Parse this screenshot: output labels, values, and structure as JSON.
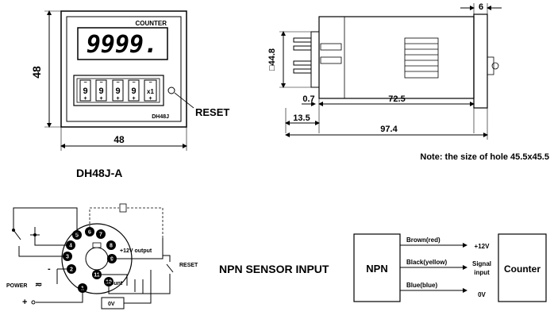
{
  "front_view": {
    "brand_label": "COUNTER",
    "display_value": "9999.",
    "digits": [
      "9",
      "9",
      "9",
      "9",
      "x1"
    ],
    "model_label": "DH48J",
    "reset_label": "RESET",
    "width_dim": "48",
    "height_dim": "48",
    "model_caption": "DH48J-A"
  },
  "side_view": {
    "dim_top": "6",
    "dim_height": "□44.8",
    "dim_07": "0.7",
    "dim_725": "72.5",
    "dim_135": "13.5",
    "dim_974": "97.4",
    "note": "Note: the size of hole 45.5x45.5"
  },
  "wiring": {
    "pins": [
      "1",
      "2",
      "3",
      "4",
      "5",
      "6",
      "7",
      "8",
      "9",
      "10",
      "11"
    ],
    "label_12v": "+12V output",
    "label_reset": "RESET",
    "label_count": "Count",
    "label_0v": "0V",
    "label_power": "POWER",
    "label_ac": "≂",
    "label_minus": "-",
    "label_plus": "+"
  },
  "npn": {
    "title": "NPN SENSOR INPUT",
    "box_left": "NPN",
    "box_right": "Counter",
    "wire1": "Brown(red)",
    "wire2": "Black(yellow)",
    "wire3": "Blue(blue)",
    "sig1": "+12V",
    "sig2_line1": "Signal",
    "sig2_line2": "input",
    "sig3": "0V"
  }
}
